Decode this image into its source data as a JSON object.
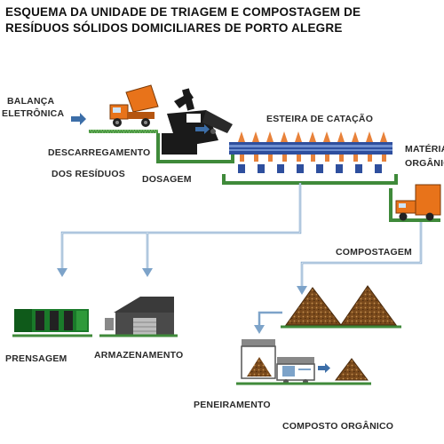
{
  "title_line1": "ESQUEMA DA UNIDADE DE TRIAGEM E COMPOSTAGEM DE",
  "title_line2": "RESÍDUOS SÓLIDOS DOMICILIARES DE PORTO ALEGRE",
  "labels": {
    "balanca": "BALANÇA",
    "eletronica": "ELETRÔNICA",
    "descarregamento": "DESCARREGAMENTO",
    "dos_residuos": "DOS RESÍDUOS",
    "dosagem": "DOSAGEM",
    "esteira": "ESTEIRA DE CATAÇÃO",
    "materia": "MATÉRIA",
    "organica": "ORGÂNICA",
    "compostagem": "COMPOSTAGEM",
    "prensagem": "PRENSAGEM",
    "armazenamento": "ARMAZENAMENTO",
    "peneiramento": "PENEIRAMENTO",
    "composto_organico": "COMPOSTO ORGÂNICO"
  },
  "colors": {
    "truck": "#e8731a",
    "machine": "#1a1a1a",
    "pipe": "#7da3c9",
    "arrow": "#3c6ea8",
    "belt": "#2e4f9e",
    "worker": "#e8823a",
    "grass": "#3f8a3a",
    "compost": "#7a4a1c",
    "building": "#3a3a3a",
    "bale": "#1a7a2a"
  }
}
